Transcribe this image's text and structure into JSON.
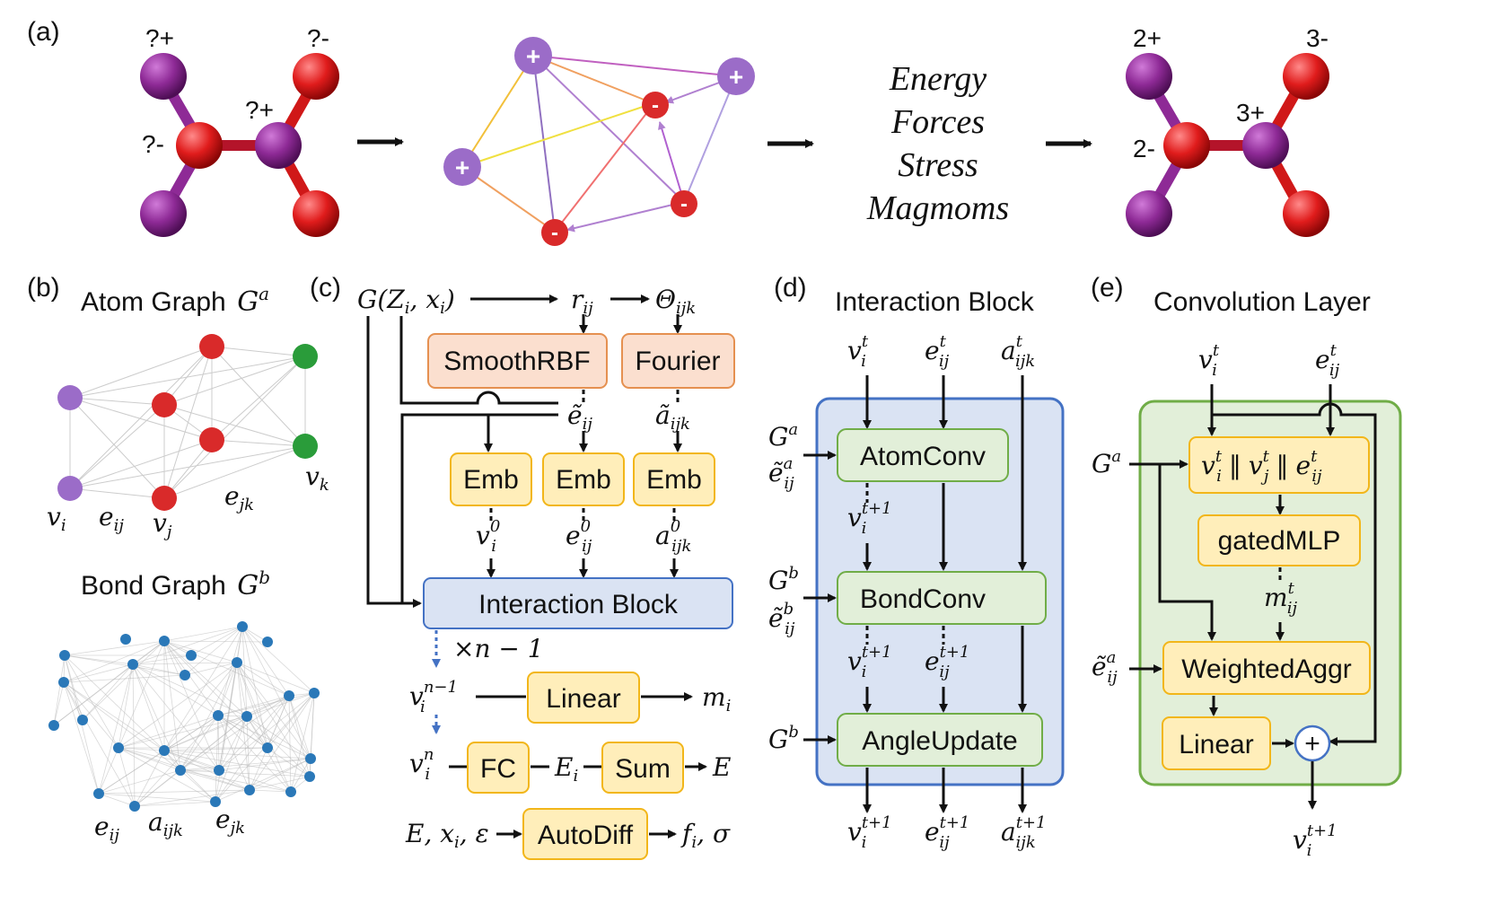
{
  "panels": {
    "a": "(a)",
    "b": "(b)",
    "c": "(c)",
    "d": "(d)",
    "e": "(e)"
  },
  "a": {
    "left_charges": [
      "?+",
      "?-",
      "?+",
      "?-"
    ],
    "right_charges": [
      "2+",
      "3-",
      "3+",
      "2-"
    ],
    "node_signs": [
      "+",
      "+",
      "+",
      "-",
      "-",
      "-"
    ],
    "properties": [
      "Energy",
      "Forces",
      "Stress",
      "Magmoms"
    ]
  },
  "b": {
    "atom_graph_title": "Atom Graph",
    "atom_graph_sym": "G",
    "atom_graph_sup": "a",
    "labels": {
      "vi": "v",
      "vi_sub": "i",
      "eij": "e",
      "eij_sub": "ij",
      "vj": "v",
      "vj_sub": "j",
      "ejk": "e",
      "ejk_sub": "jk",
      "vk": "v",
      "vk_sub": "k"
    },
    "bond_graph_title": "Bond Graph",
    "bond_graph_sym": "G",
    "bond_graph_sup": "b",
    "bond_labels": {
      "eij": "e",
      "eij_sub": "ij",
      "aijk": "a",
      "aijk_sub": "ijk",
      "ejk": "e",
      "ejk_sub": "jk"
    }
  },
  "c": {
    "input": "G(Z",
    "input_sub": "i",
    "input_x": ", x",
    "input_x_sub": "i",
    "input_end": ")",
    "rij": "r",
    "rij_sub": "ij",
    "theta": "Θ",
    "theta_sub": "ijk",
    "smoothrbf": "SmoothRBF",
    "fourier": "Fourier",
    "e_tilde": "ẽ",
    "e_tilde_sub": "ij",
    "a_tilde": "ã",
    "a_tilde_sub": "ijk",
    "emb": [
      "Emb",
      "Emb",
      "Emb"
    ],
    "v0": "v",
    "v0_sub": "i",
    "v0_sup": "0",
    "e0": "e",
    "e0_sub": "ij",
    "e0_sup": "0",
    "a0": "a",
    "a0_sub": "ijk",
    "a0_sup": "0",
    "interaction_block": "Interaction Block",
    "repeat": "×n − 1",
    "vn1": "v",
    "vn1_sub": "i",
    "vn1_sup": "n−1",
    "linear": "Linear",
    "mi": "m",
    "mi_sub": "i",
    "vn": "v",
    "vn_sub": "i",
    "vn_sup": "n",
    "fc": "FC",
    "Ei": "E",
    "Ei_sub": "i",
    "sum": "Sum",
    "E": "E",
    "autodiff_in": "E, x",
    "autodiff_in_sub": "i",
    "autodiff_in_end": ", ε",
    "autodiff": "AutoDiff",
    "fi": "f",
    "fi_sub": "i",
    "sigma": ", σ"
  },
  "d": {
    "title": "Interaction Block",
    "inputs": [
      {
        "sym": "v",
        "sub": "i",
        "sup": "t"
      },
      {
        "sym": "e",
        "sub": "ij",
        "sup": "t"
      },
      {
        "sym": "a",
        "sub": "ijk",
        "sup": "t"
      }
    ],
    "atomconv": "AtomConv",
    "bondconv": "BondConv",
    "angleupdate": "AngleUpdate",
    "side": {
      "Ga": "G",
      "Ga_sup": "a",
      "ea": "ẽ",
      "ea_sub": "ij",
      "ea_sup": "a",
      "Gb": "G",
      "Gb_sup": "b",
      "eb": "ẽ",
      "eb_sub": "ij",
      "eb_sup": "b",
      "Gb2": "G",
      "Gb2_sup": "b"
    },
    "mid1": {
      "sym": "v",
      "sub": "i",
      "sup": "t+1"
    },
    "mid2": [
      {
        "sym": "v",
        "sub": "i",
        "sup": "t+1"
      },
      {
        "sym": "e",
        "sub": "ij",
        "sup": "t+1"
      }
    ],
    "outputs": [
      {
        "sym": "v",
        "sub": "i",
        "sup": "t+1"
      },
      {
        "sym": "e",
        "sub": "ij",
        "sup": "t+1"
      },
      {
        "sym": "a",
        "sub": "ijk",
        "sup": "t+1"
      }
    ]
  },
  "e": {
    "title": "Convolution Layer",
    "inputs": [
      {
        "sym": "v",
        "sub": "i",
        "sup": "t"
      },
      {
        "sym": "e",
        "sub": "ij",
        "sup": "t"
      }
    ],
    "concat": "v‖v‖e",
    "gatedmlp": "gatedMLP",
    "mij": "m",
    "mij_sub": "ij",
    "mij_sup": "t",
    "weightedaggr": "WeightedAggr",
    "linear": "Linear",
    "plus": "+",
    "Ga": "G",
    "Ga_sup": "a",
    "ea": "ẽ",
    "ea_sub": "ij",
    "ea_sup": "a",
    "output": {
      "sym": "v",
      "sub": "i",
      "sup": "t+1"
    }
  },
  "colors": {
    "purple_atom": "#8e2a96",
    "red_atom": "#e01c1c",
    "graph_purple": "#9b6cc8",
    "graph_red": "#d92a2a",
    "graph_green": "#2a9c3a",
    "bond_node": "#2a78b8",
    "orange_fill": "#fbdfcf",
    "orange_stroke": "#e59050",
    "yellow_fill": "#ffeeba",
    "yellow_stroke": "#f2b61a",
    "blue_fill": "#dae3f3",
    "blue_stroke": "#4472c4",
    "green_fill": "#e2efd9",
    "green_stroke": "#70ad47"
  }
}
